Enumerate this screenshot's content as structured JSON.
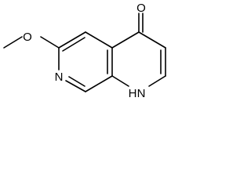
{
  "molecule": {
    "atoms": {
      "oxygen_carbonyl": "O",
      "oxygen_methoxy": "O",
      "nitrogen_pyridine": "N",
      "nitrogen_amine": "N",
      "hydrogen_amine": "H"
    }
  }
}
